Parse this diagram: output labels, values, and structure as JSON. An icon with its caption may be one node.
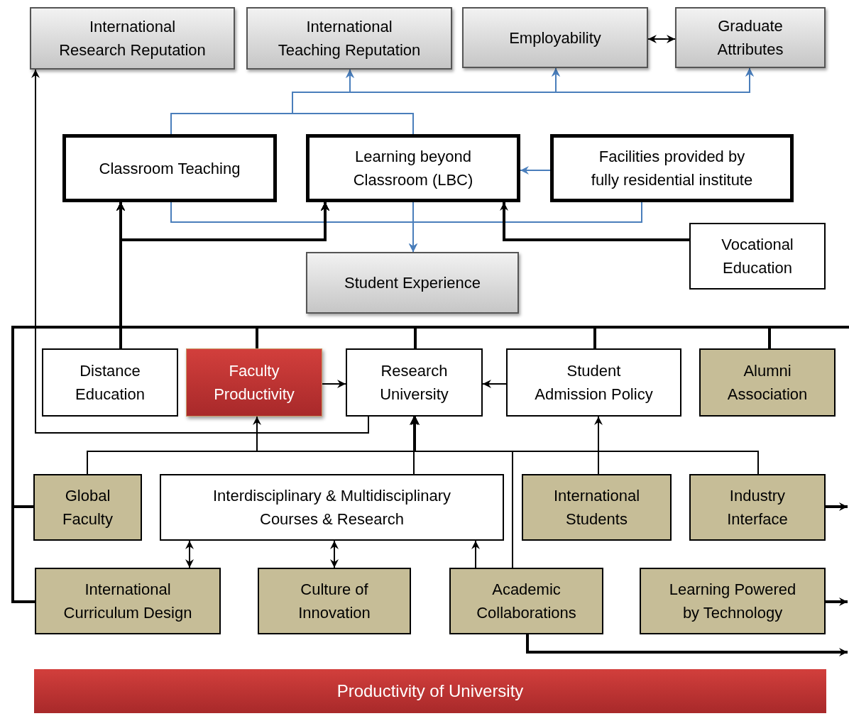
{
  "diagram": {
    "nodes": [
      {
        "text": [
          "International Research Reputation"
        ]
      },
      {
        "text": [
          "International Teaching Reputation"
        ]
      },
      {
        "text": [
          "Employability"
        ]
      },
      {
        "text": [
          "Graduate Attributes"
        ]
      },
      {
        "text": [
          "Classroom Teaching"
        ]
      },
      {
        "text": [
          "Learning beyond Classroom (LBC)"
        ]
      },
      {
        "text": [
          "Facilities provided by fully residential institute"
        ]
      },
      {
        "text": [
          "Student Experience"
        ]
      },
      {
        "text": [
          "Vocational Education"
        ]
      },
      {
        "text": [
          "Distance Education"
        ]
      },
      {
        "text": [
          "Faculty Productivity"
        ]
      },
      {
        "text": [
          "Research University"
        ]
      },
      {
        "text": [
          "Student Admission Policy"
        ]
      },
      {
        "text": [
          "Alumni Association"
        ]
      },
      {
        "text": [
          "Global Faculty"
        ]
      },
      {
        "text": [
          "Interdisciplinary & Multidisciplinary Courses & Research"
        ]
      },
      {
        "text": [
          "International Students"
        ]
      },
      {
        "text": [
          "Industry Interface"
        ]
      },
      {
        "text": [
          "International Curriculum Design"
        ]
      },
      {
        "text": [
          "Culture of Innovation"
        ]
      },
      {
        "text": [
          "Academic Collaborations"
        ]
      },
      {
        "text": [
          "Learning Powered by Technology"
        ]
      },
      {
        "text": [
          "Productivity of University"
        ]
      }
    ],
    "edges": [
      {
        "from": 2,
        "to": 3,
        "arrow": "both"
      },
      {
        "from": 4,
        "to": 1,
        "arrow": "to",
        "color": "#4a7ebb"
      },
      {
        "from": 4,
        "to": 2,
        "arrow": "to",
        "color": "#4a7ebb"
      },
      {
        "from": 4,
        "to": 3,
        "arrow": "to",
        "color": "#4a7ebb"
      },
      {
        "from": 5,
        "to": 1,
        "arrow": "to",
        "color": "#4a7ebb"
      },
      {
        "from": 5,
        "to": 2,
        "arrow": "to",
        "color": "#4a7ebb"
      },
      {
        "from": 5,
        "to": 3,
        "arrow": "to",
        "color": "#4a7ebb"
      },
      {
        "from": 6,
        "to": 5,
        "arrow": "to",
        "color": "#4a7ebb"
      },
      {
        "from": 4,
        "to": 7,
        "arrow": "to",
        "color": "#4a7ebb"
      },
      {
        "from": 5,
        "to": 7,
        "arrow": "to",
        "color": "#4a7ebb"
      },
      {
        "from": 6,
        "to": 7,
        "arrow": "to",
        "color": "#4a7ebb"
      },
      {
        "from": 9,
        "to": 4,
        "arrow": "to",
        "style": "thick"
      },
      {
        "from": 9,
        "to": 5,
        "arrow": "to",
        "style": "thick"
      },
      {
        "from": 10,
        "to": 4,
        "arrow": "to",
        "style": "thick"
      },
      {
        "from": 10,
        "to": 5,
        "arrow": "to",
        "style": "thick"
      },
      {
        "from": 11,
        "to": 4,
        "arrow": "to",
        "style": "thick"
      },
      {
        "from": 11,
        "to": 5,
        "arrow": "to",
        "style": "thick"
      },
      {
        "from": 12,
        "to": 4,
        "arrow": "to",
        "style": "thick"
      },
      {
        "from": 12,
        "to": 5,
        "arrow": "to",
        "style": "thick"
      },
      {
        "from": 13,
        "to": 4,
        "arrow": "to",
        "style": "thick"
      },
      {
        "from": 13,
        "to": 5,
        "arrow": "to",
        "style": "thick"
      },
      {
        "from": 14,
        "to": 4,
        "arrow": "to",
        "style": "thick"
      },
      {
        "from": 14,
        "to": 5,
        "arrow": "to",
        "style": "thick"
      },
      {
        "from": 18,
        "to": 4,
        "arrow": "to",
        "style": "thick"
      },
      {
        "from": 18,
        "to": 5,
        "arrow": "to",
        "style": "thick"
      },
      {
        "from": null,
        "to": 4,
        "arrow": "to",
        "style": "thick"
      },
      {
        "from": null,
        "to": 5,
        "arrow": "to",
        "style": "thick"
      },
      {
        "from": 8,
        "to": 5,
        "arrow": "to",
        "style": "thick"
      },
      {
        "from": 10,
        "to": 11,
        "arrow": "to"
      },
      {
        "from": 12,
        "to": 11,
        "arrow": "to"
      },
      {
        "from": 11,
        "to": 0,
        "arrow": "to"
      },
      {
        "from": 14,
        "to": 10,
        "arrow": "to"
      },
      {
        "from": 14,
        "to": 11,
        "arrow": "to"
      },
      {
        "from": 15,
        "to": 11,
        "arrow": "to"
      },
      {
        "from": 16,
        "to": 12,
        "arrow": "to"
      },
      {
        "from": 16,
        "to": 11,
        "arrow": "to"
      },
      {
        "from": 17,
        "to": 11,
        "arrow": "to"
      },
      {
        "from": 20,
        "to": 11,
        "arrow": "to"
      },
      {
        "from": 15,
        "to": 18,
        "arrow": "both"
      },
      {
        "from": 15,
        "to": 19,
        "arrow": "both"
      },
      {
        "from": 20,
        "to": 15,
        "arrow": "to"
      },
      {
        "from": 17,
        "to": null,
        "arrow": "to",
        "style": "thick"
      },
      {
        "from": 21,
        "to": null,
        "arrow": "to",
        "style": "thick"
      },
      {
        "from": 20,
        "to": null,
        "arrow": "to",
        "style": "thick"
      }
    ]
  }
}
